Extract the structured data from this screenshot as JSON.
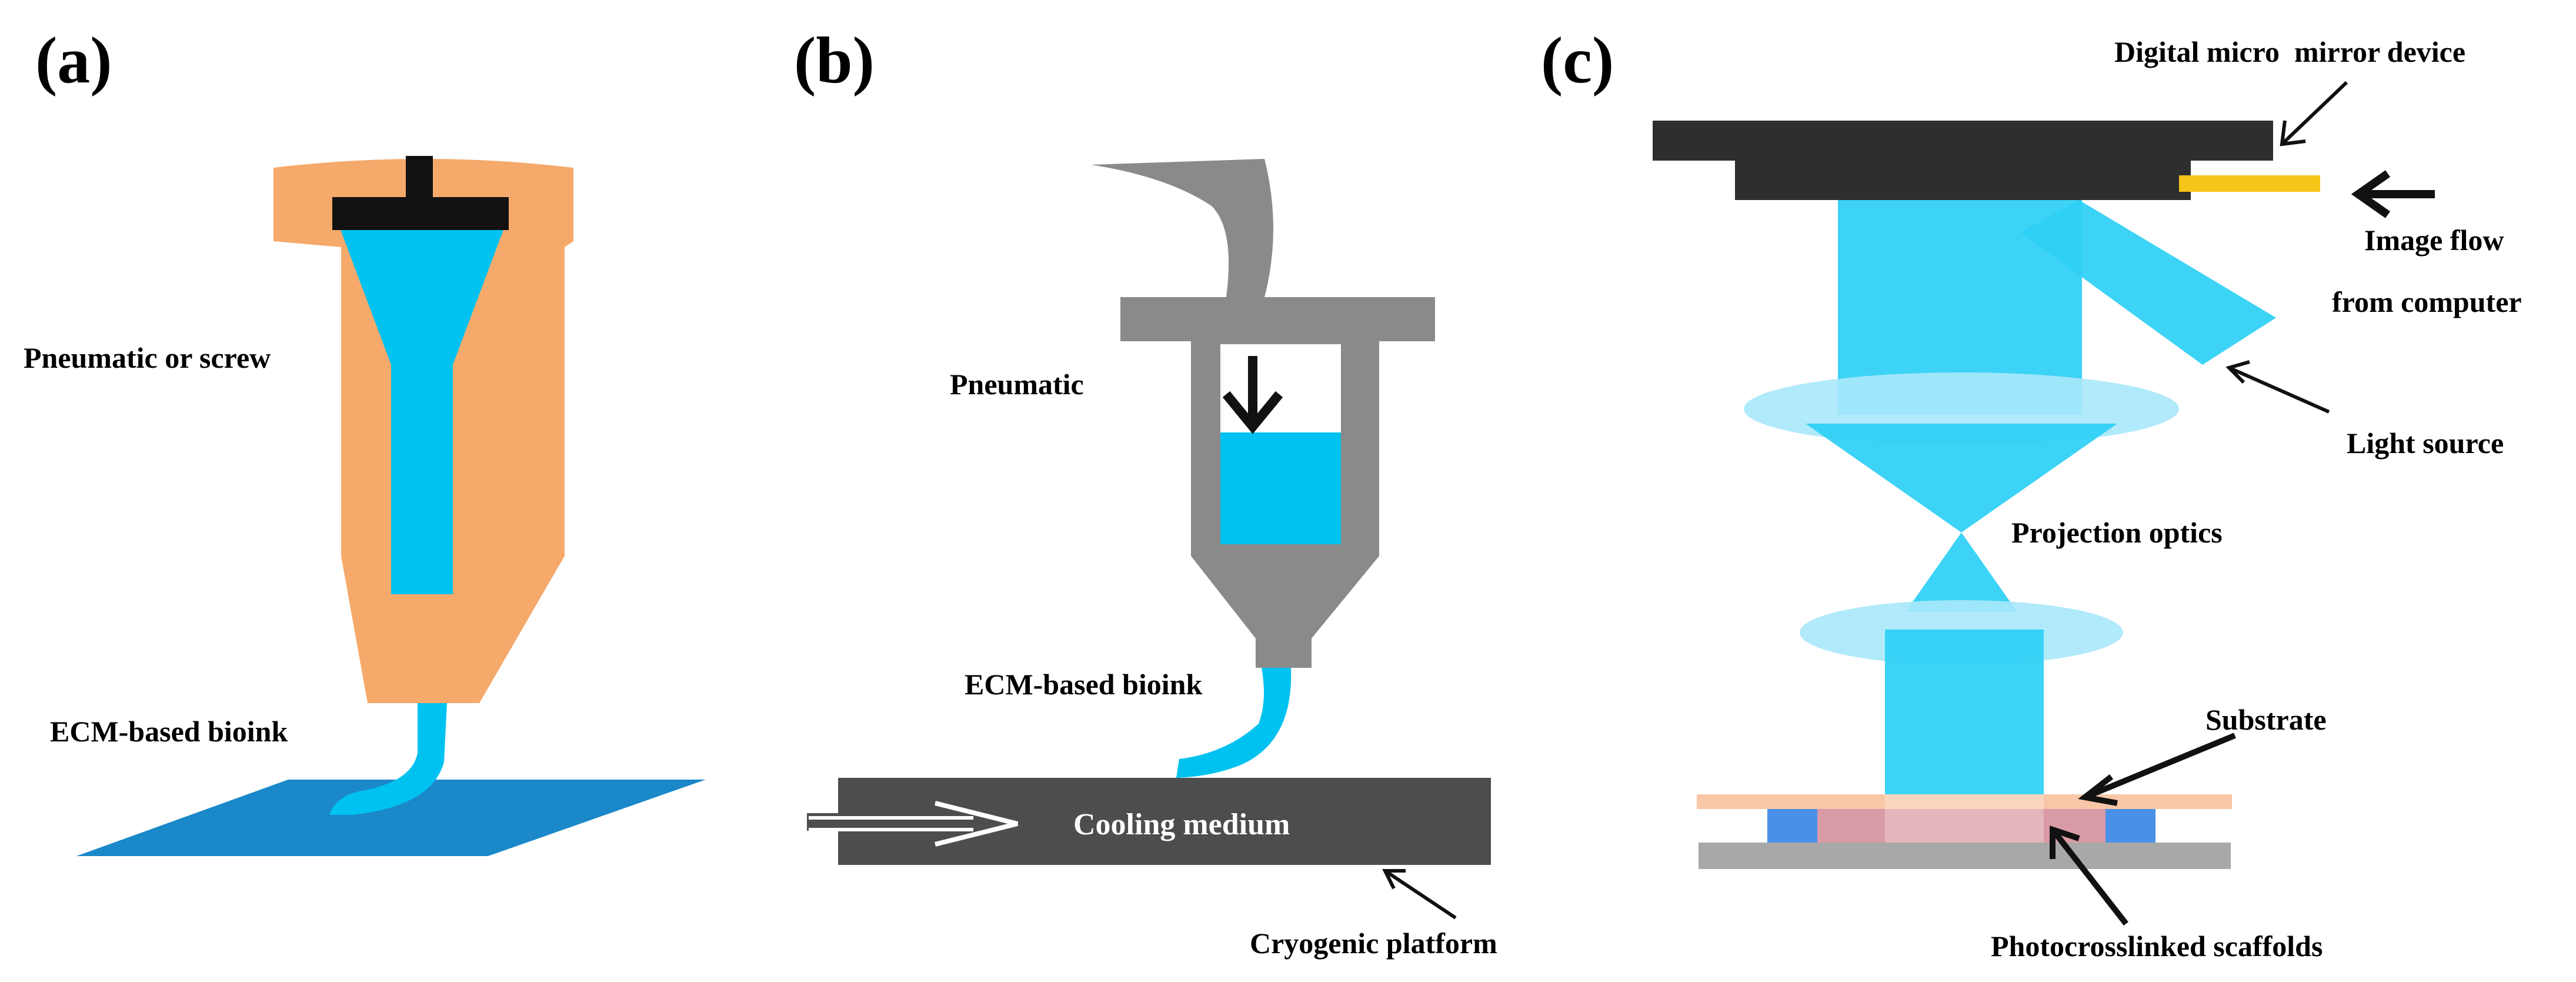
{
  "panels": {
    "a": {
      "panel_label": "(a)",
      "labels": {
        "pneumatic_or_screw": "Pneumatic or screw",
        "ecm_bioink": "ECM-based bioink"
      }
    },
    "b": {
      "panel_label": "(b)",
      "labels": {
        "pneumatic": "Pneumatic",
        "ecm_bioink": "ECM-based bioink",
        "cooling_medium": "Cooling medium",
        "cryogenic_platform": "Cryogenic platform"
      }
    },
    "c": {
      "panel_label": "(c)",
      "labels": {
        "digital_micro_mirror_device": "Digital micro  mirror device",
        "image_flow_line1": "Image flow",
        "image_flow_line2": "from computer",
        "light_source": "Light source",
        "projection_optics": "Projection optics",
        "substrate": "Substrate",
        "photocrosslinked_scaffolds": "Photocrosslinked scaffolds"
      }
    }
  },
  "colors": {
    "nozzle_orange": "#f5a96a",
    "bioink_blue": "#00c2f0",
    "platform_blue": "#1a88c9",
    "syringe_gray": "#8a8a8a",
    "platform_dark": "#4d4d4d",
    "dmd_black": "#2e2e2e",
    "light_beam": "#2ccff5",
    "lens": "#a8e8fb",
    "light_source_yellow": "#f5c518",
    "substrate_peach": "#f8c7a8",
    "scaffold_pink": "#d89aa5",
    "base_gray": "#a8a8a8",
    "spacer_blue": "#4a90e8"
  }
}
